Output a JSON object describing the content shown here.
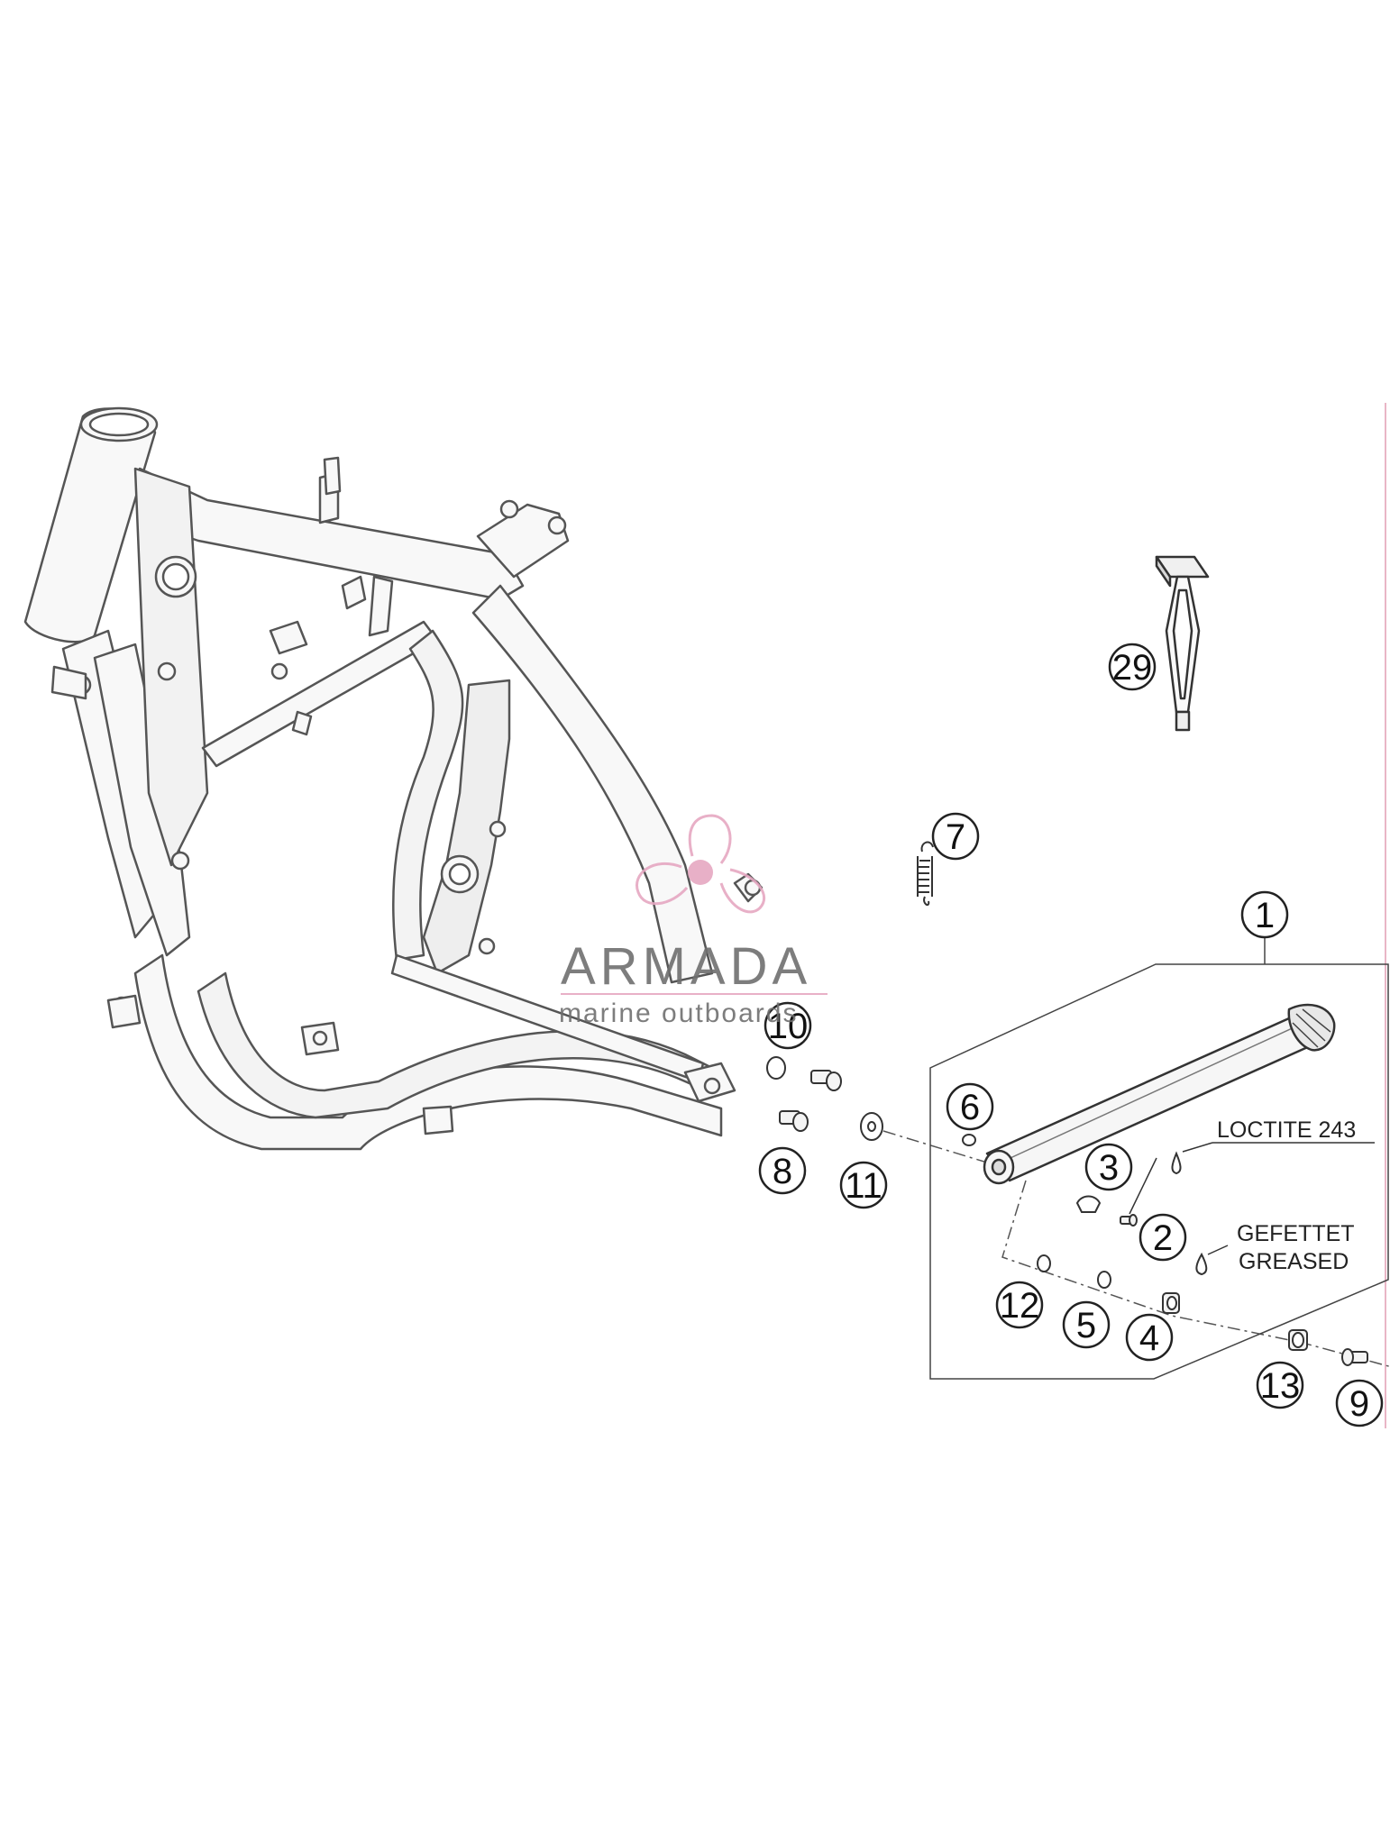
{
  "callouts": {
    "c1": "1",
    "c2": "2",
    "c3": "3",
    "c4": "4",
    "c5": "5",
    "c6": "6",
    "c7": "7",
    "c8": "8",
    "c9": "9",
    "c10": "10",
    "c11": "11",
    "c12": "12",
    "c13": "13",
    "c29": "29"
  },
  "notes": {
    "loctite": "LOCTITE 243",
    "gefettet": "GEFETTET",
    "greased": "GREASED"
  },
  "watermark": {
    "title": "ARMADA",
    "subtitle": "marine outboards",
    "accent_color": "#e6a8c2",
    "icon": "propeller-icon"
  },
  "colors": {
    "line": "#555555",
    "frame_fill": "#f7f7f7"
  }
}
